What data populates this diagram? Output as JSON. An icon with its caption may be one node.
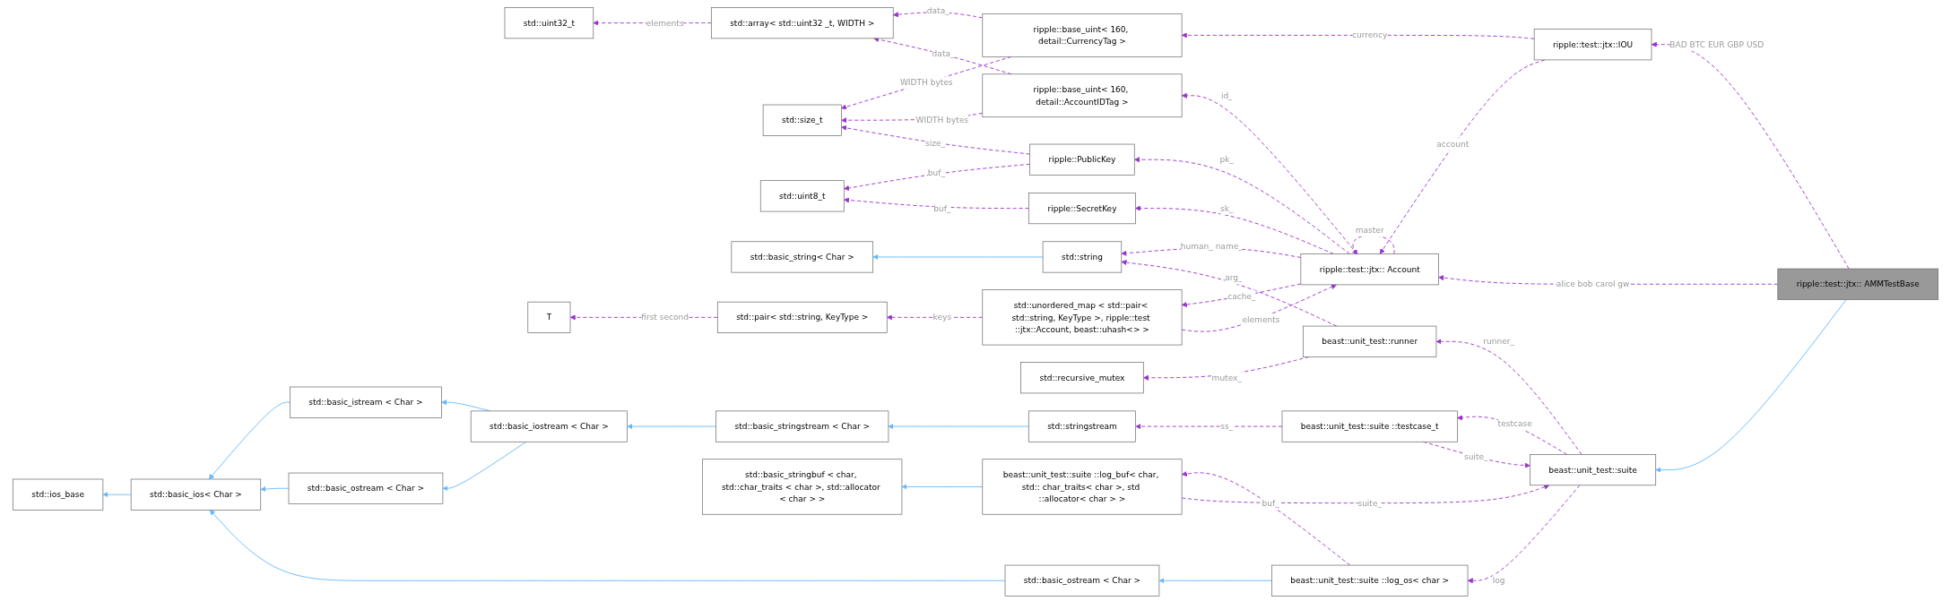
{
  "diagram": {
    "nodes": [
      {
        "text": [
          "std::uint32_t"
        ]
      },
      {
        "text": [
          "std::array< std::uint32 _t, WIDTH >"
        ]
      },
      {
        "text": [
          "std::size_t"
        ]
      },
      {
        "text": [
          "std::uint8_t"
        ]
      },
      {
        "text": [
          "std::basic_string< Char >"
        ]
      },
      {
        "text": [
          "std::ios_base"
        ]
      },
      {
        "text": [
          "std::basic_ios< Char >"
        ]
      },
      {
        "text": [
          "std::basic_istream < Char >"
        ]
      },
      {
        "text": [
          "std::basic_ostream < Char >"
        ]
      },
      {
        "text": [
          "std::basic_ostream < Char >"
        ]
      },
      {
        "text": [
          "ripple::base_uint< 160, detail::CurrencyTag >"
        ]
      },
      {
        "text": [
          "ripple::base_uint< 160, detail::AccountIDTag >"
        ]
      },
      {
        "text": [
          "ripple::PublicKey"
        ]
      },
      {
        "text": [
          "ripple::SecretKey"
        ]
      },
      {
        "text": [
          "std::string"
        ]
      },
      {
        "text": [
          "T"
        ]
      },
      {
        "text": [
          "std::recursive_mutex"
        ]
      },
      {
        "text": [
          "std::basic_iostream < Char >"
        ]
      },
      {
        "text": [
          "ripple::test::jtx:: Account"
        ]
      },
      {
        "text": [
          "std::pair< std::string, KeyType >"
        ]
      },
      {
        "text": [
          "beast::unit_test::runner"
        ]
      },
      {
        "text": [
          "std::basic_stringstream < Char >"
        ]
      },
      {
        "text": [
          "ripple::test::jtx::IOU"
        ]
      },
      {
        "text": [
          "std::unordered_map < std::pair< std::string, KeyType >, ripple::test ::jtx::Account, beast::uhash<> >"
        ]
      },
      {
        "text": [
          "beast::unit_test::suite"
        ]
      },
      {
        "text": [
          "std::stringstream"
        ]
      },
      {
        "text": [
          "std::basic_stringbuf < char, std::char_traits < char >, std::allocator < char > >"
        ]
      },
      {
        "text": [
          "beast::unit_test::suite ::testcase_t"
        ]
      },
      {
        "text": [
          "beast::unit_test::suite ::log_buf< char, std:: char_traits< char >, std ::allocator< char > >"
        ]
      },
      {
        "text": [
          "ripple::test::jtx:: AMMTestBase"
        ]
      },
      {
        "text": [
          "beast::unit_test::suite ::log_os< char >"
        ]
      }
    ],
    "edges": [
      {
        "from": 1,
        "to": 0,
        "arrow": "to",
        "label": "elements",
        "style": "dashed"
      },
      {
        "from": 10,
        "to": 1,
        "arrow": "to",
        "label": "data_",
        "style": "dashed"
      },
      {
        "from": 10,
        "to": 2,
        "arrow": "to",
        "label": "WIDTH bytes",
        "style": "dashed"
      },
      {
        "from": 11,
        "to": 1,
        "arrow": "to",
        "label": "data_",
        "style": "dashed"
      },
      {
        "from": 11,
        "to": 2,
        "arrow": "to",
        "label": "WIDTH bytes",
        "style": "dashed"
      },
      {
        "from": 12,
        "to": 2,
        "arrow": "to",
        "label": "size_",
        "style": "dashed"
      },
      {
        "from": 12,
        "to": 3,
        "arrow": "to",
        "label": "buf_",
        "style": "dashed"
      },
      {
        "from": 13,
        "to": 3,
        "arrow": "to",
        "label": "buf_",
        "style": "dashed"
      },
      {
        "from": 14,
        "to": 4,
        "arrow": "to",
        "color": "#63b8ff"
      },
      {
        "from": 6,
        "to": 5,
        "arrow": "to",
        "color": "#63b8ff"
      },
      {
        "from": 7,
        "to": 6,
        "arrow": "to",
        "color": "#63b8ff"
      },
      {
        "from": 8,
        "to": 6,
        "arrow": "to",
        "color": "#63b8ff"
      },
      {
        "from": 9,
        "to": 6,
        "arrow": "to",
        "color": "#63b8ff"
      },
      {
        "from": 17,
        "to": 7,
        "arrow": "to",
        "color": "#63b8ff"
      },
      {
        "from": 17,
        "to": 8,
        "arrow": "to",
        "color": "#63b8ff"
      },
      {
        "from": 21,
        "to": 17,
        "arrow": "to",
        "color": "#63b8ff"
      },
      {
        "from": 25,
        "to": 21,
        "arrow": "to",
        "color": "#63b8ff"
      },
      {
        "from": 30,
        "to": 9,
        "arrow": "to",
        "color": "#63b8ff"
      },
      {
        "from": 22,
        "to": 10,
        "arrow": "to",
        "label": "currency",
        "style": "dashed"
      },
      {
        "from": 18,
        "to": 11,
        "arrow": "to",
        "label": "id_",
        "style": "dashed"
      },
      {
        "from": 18,
        "to": 12,
        "arrow": "to",
        "label": "pk_",
        "style": "dashed"
      },
      {
        "from": 18,
        "to": 13,
        "arrow": "to",
        "label": "sk_",
        "style": "dashed"
      },
      {
        "from": 18,
        "to": 14,
        "arrow": "to",
        "label": "human_ name_",
        "style": "dashed"
      },
      {
        "from": 18,
        "to": 18,
        "arrow": "to",
        "label": "master",
        "style": "dashed"
      },
      {
        "from": 22,
        "to": 18,
        "arrow": "to",
        "label": "account",
        "style": "dashed"
      },
      {
        "from": 29,
        "to": 18,
        "arrow": "to",
        "label": "alice bob carol gw",
        "style": "dashed"
      },
      {
        "from": 23,
        "to": 18,
        "arrow": "to",
        "label": "elements",
        "style": "dashed"
      },
      {
        "from": 18,
        "to": 23,
        "arrow": "to",
        "label": "cache_",
        "style": "dashed"
      },
      {
        "from": 29,
        "to": 22,
        "arrow": "to",
        "label": "BAD BTC EUR GBP USD",
        "style": "dashed"
      },
      {
        "from": 19,
        "to": 15,
        "arrow": "to",
        "label": "first second",
        "style": "dashed"
      },
      {
        "from": 20,
        "to": 14,
        "arrow": "to",
        "label": "arg_",
        "style": "dashed"
      },
      {
        "from": 23,
        "to": 19,
        "arrow": "to",
        "label": "keys",
        "style": "dashed"
      },
      {
        "from": 20,
        "to": 16,
        "arrow": "to",
        "label": "mutex_",
        "style": "dashed"
      },
      {
        "from": 24,
        "to": 20,
        "arrow": "to",
        "label": "runner_",
        "style": "dashed"
      },
      {
        "from": 29,
        "to": 24,
        "arrow": "to",
        "color": "#63b8ff"
      },
      {
        "from": 24,
        "to": 27,
        "arrow": "to",
        "label": "testcase",
        "style": "dashed"
      },
      {
        "from": 27,
        "to": 24,
        "arrow": "to",
        "label": "suite_",
        "style": "dashed"
      },
      {
        "from": 27,
        "to": 25,
        "arrow": "to",
        "label": "ss_",
        "style": "dashed"
      },
      {
        "from": 28,
        "to": 24,
        "arrow": "to",
        "label": "suite_",
        "style": "dashed"
      },
      {
        "from": 28,
        "to": 26,
        "arrow": "to",
        "color": "#63b8ff"
      },
      {
        "from": 24,
        "to": 30,
        "arrow": "to",
        "label": "log",
        "style": "dashed"
      },
      {
        "from": 30,
        "to": 28,
        "arrow": "to",
        "label": "buf_",
        "style": "dashed"
      }
    ]
  }
}
